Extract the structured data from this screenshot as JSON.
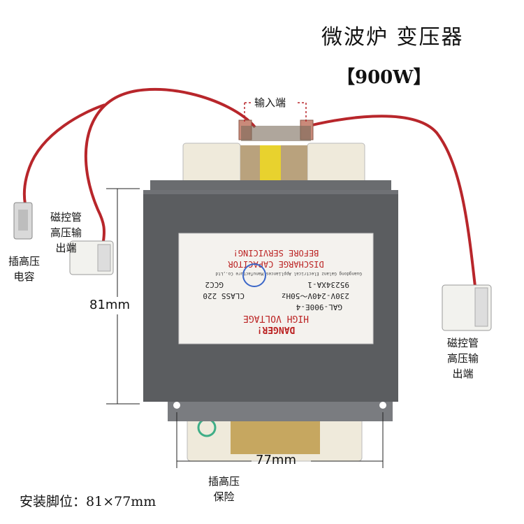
{
  "title": "微波炉 变压器",
  "power": "【900W】",
  "callouts": {
    "input_terminal": "输入端",
    "magnetron_left": [
      "磁控管",
      "高压输",
      "出端"
    ],
    "hv_capacitor": [
      "插高压",
      "电容"
    ],
    "magnetron_right": [
      "磁控管",
      "高压输",
      "出端"
    ],
    "hv_fuse": [
      "插高压",
      "保险"
    ]
  },
  "dimensions": {
    "height": "81mm",
    "width": "77mm"
  },
  "mounting": {
    "label": "安装脚位：",
    "value": "81×77mm"
  },
  "nameplate": {
    "warning_title": "DANGER!",
    "warning_line": "HIGH VOLTAGE",
    "model": "GAL-900E-4",
    "rating": "230V-240V～50Hz",
    "class": "CLASS 220",
    "part_no": "95234XA-1",
    "code": "GCC2",
    "maker": "Guangdong Galanz Electrical Appliances Manufacture Co.,Ltd",
    "caution_1": "DISCHARGE CAPACITOR",
    "caution_2": "BEFORE SERVICING!"
  },
  "colors": {
    "core": "#5b5d60",
    "wire": "#b8262b",
    "coil": "#d8b248",
    "bobbin": "#efeadb"
  }
}
